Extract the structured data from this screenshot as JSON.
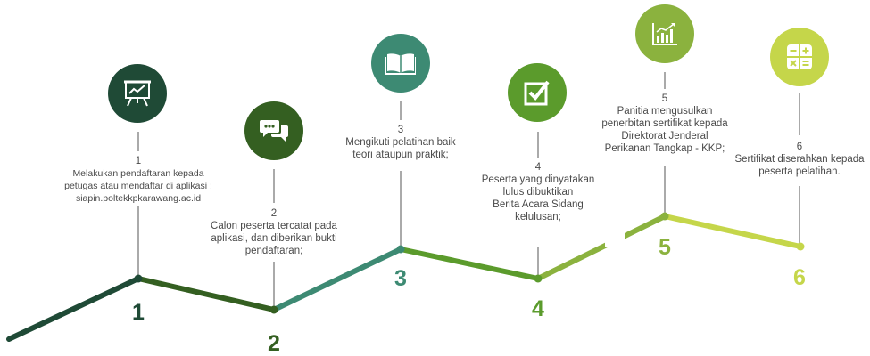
{
  "colors": {
    "step1": "#1f4a36",
    "step2": "#345f21",
    "step3": "#3d8a73",
    "step4": "#5b9b2c",
    "step5": "#8bb23e",
    "step6": "#c5d64a",
    "text": "#4a4a4a",
    "connector": "#555555"
  },
  "steps": [
    {
      "number": "1",
      "index_label": "1",
      "icon": "presentation-board-icon",
      "lines": [
        "Melakukan  pendaftaran kepada",
        "petugas atau mendaftar di aplikasi :",
        "siapin.poltekkpkarawang.ac.id"
      ]
    },
    {
      "number": "2",
      "index_label": "2",
      "icon": "chat-bubbles-icon",
      "lines": [
        "Calon peserta tercatat pada",
        "aplikasi, dan diberikan bukti",
        "pendaftaran;"
      ]
    },
    {
      "number": "3",
      "index_label": "3",
      "icon": "open-book-icon",
      "lines": [
        "Mengikuti pelatihan baik",
        "teori ataupun praktik;"
      ]
    },
    {
      "number": "4",
      "index_label": "4",
      "icon": "checkbox-icon",
      "lines": [
        "Peserta yang dinyatakan",
        "lulus dibuktikan",
        "Berita Acara Sidang",
        "kelulusan;"
      ]
    },
    {
      "number": "5",
      "index_label": "5",
      "icon": "bar-chart-icon",
      "lines": [
        "Panitia mengusulkan",
        "penerbitan sertifikat kepada",
        "Direktorat Jenderal",
        "Perikanan Tangkap - KKP;"
      ]
    },
    {
      "number": "6",
      "index_label": "6",
      "icon": "calculator-icon",
      "lines": [
        "Sertifikat diserahkan kepada",
        "peserta pelatihan."
      ]
    }
  ]
}
